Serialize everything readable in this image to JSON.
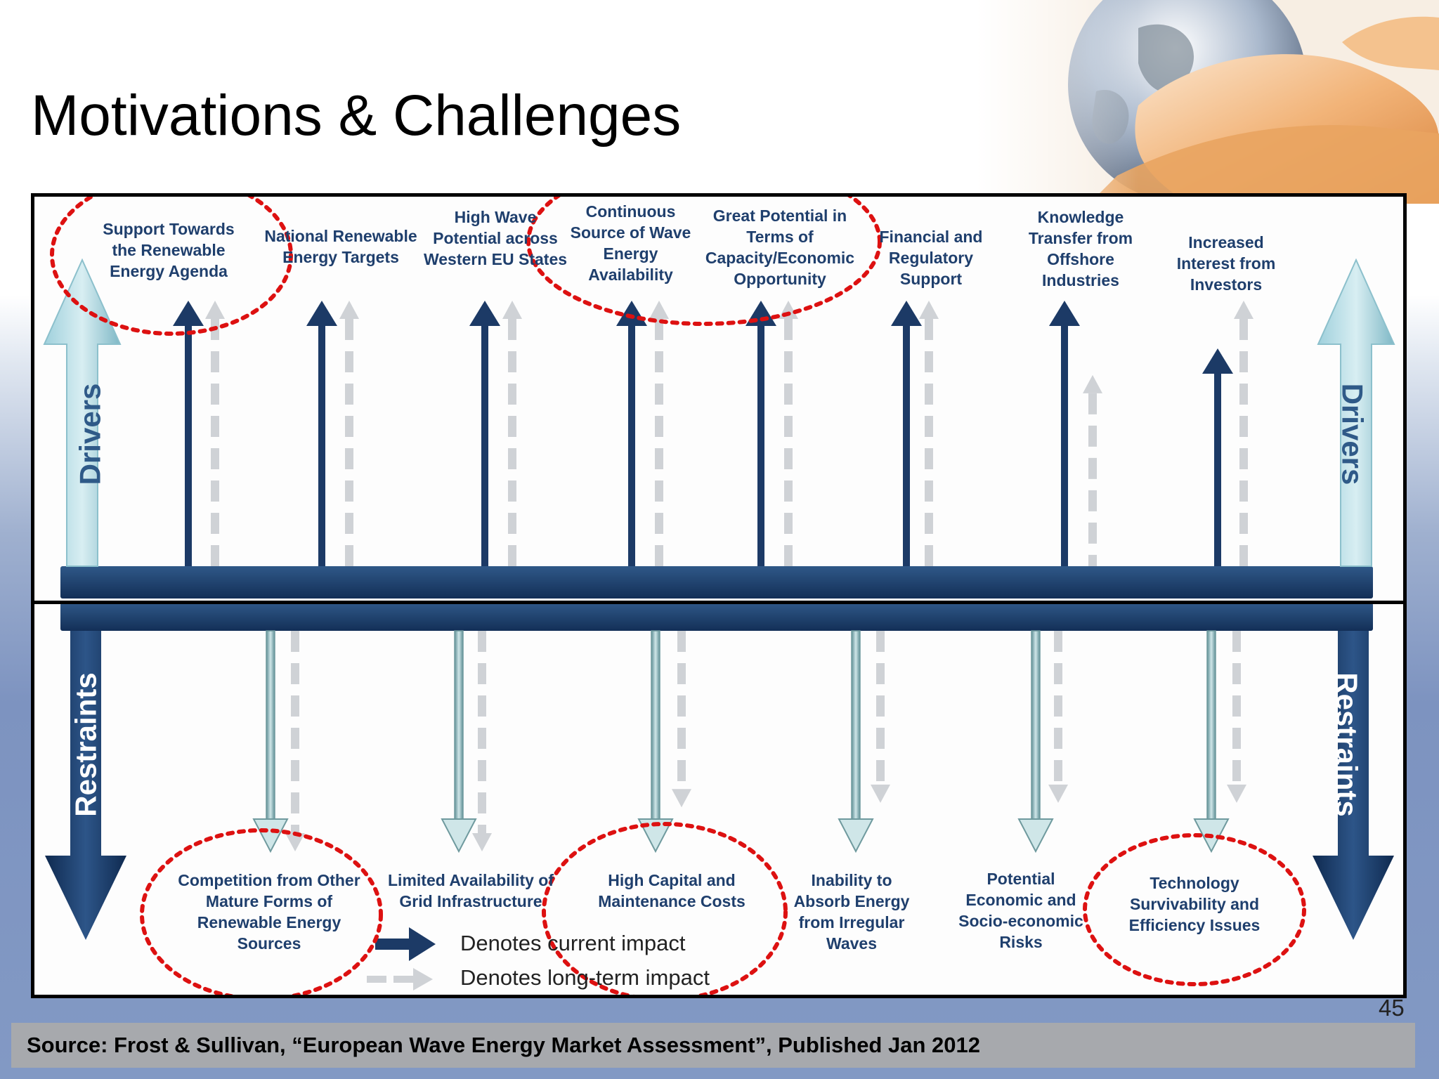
{
  "slide": {
    "title": "Motivations & Challenges",
    "page_number": "45",
    "source": "Source: Frost & Sullivan, “European Wave Energy Market Assessment”, Published Jan 2012"
  },
  "side_labels": {
    "drivers": "Drivers",
    "restraints": "Restraints"
  },
  "drivers": [
    {
      "text": "Support Towards the Renewable Energy Agenda",
      "current": 1.0,
      "long_term": 1.0,
      "highlighted": true
    },
    {
      "text": "National Renewable Energy Targets",
      "current": 1.0,
      "long_term": 1.0,
      "highlighted": false
    },
    {
      "text": "High Wave Potential across Western EU States",
      "current": 1.0,
      "long_term": 1.0,
      "highlighted": false
    },
    {
      "text": "Continuous Source of Wave Energy Availability",
      "current": 1.0,
      "long_term": 1.0,
      "highlighted": true
    },
    {
      "text": "Great Potential in Terms of Capacity/Economic Opportunity",
      "current": 1.0,
      "long_term": 1.0,
      "highlighted": true
    },
    {
      "text": "Financial and Regulatory Support",
      "current": 1.0,
      "long_term": 1.0,
      "highlighted": false
    },
    {
      "text": "Knowledge Transfer from Offshore Industries",
      "current": 1.0,
      "long_term": 0.72,
      "highlighted": false
    },
    {
      "text": "Increased Interest from Investors",
      "current": 0.82,
      "long_term": 1.0,
      "highlighted": false
    }
  ],
  "restraints": [
    {
      "text": "Competition from Other Mature Forms of Renewable Energy Sources",
      "current": 1.0,
      "long_term": 1.0,
      "highlighted": true
    },
    {
      "text": "Limited Availability of Grid Infrastructure",
      "current": 1.0,
      "long_term": 1.0,
      "highlighted": false
    },
    {
      "text": "High Capital and Maintenance Costs",
      "current": 1.0,
      "long_term": 0.8,
      "highlighted": true
    },
    {
      "text": "Inability to Absorb Energy from Irregular Waves",
      "current": 1.0,
      "long_term": 0.78,
      "highlighted": false
    },
    {
      "text": "Potential Economic and Socio-economic Risks",
      "current": 1.0,
      "long_term": 0.78,
      "highlighted": false
    },
    {
      "text": "Technology Survivability and Efficiency Issues",
      "current": 1.0,
      "long_term": 0.78,
      "highlighted": true
    }
  ],
  "legend": {
    "current": "Denotes current impact",
    "long_term": "Denotes long-term impact"
  },
  "colors": {
    "driver_arrow": "#1c3a66",
    "restraint_arrow": "#6f9a9e",
    "long_term_arrow": "#cfd2d6",
    "highlight_circle": "#dd1111",
    "label_text": "#1f3f6d"
  }
}
